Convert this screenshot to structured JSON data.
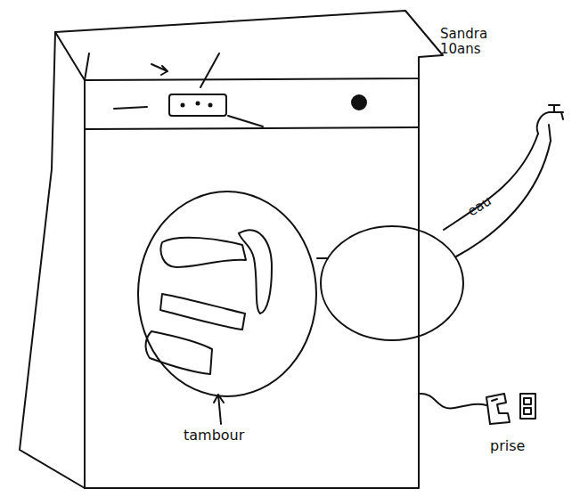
{
  "diagram": {
    "labels": [
      "Sandra 10ans",
      "eau",
      "tambour",
      "prise"
    ]
  }
}
